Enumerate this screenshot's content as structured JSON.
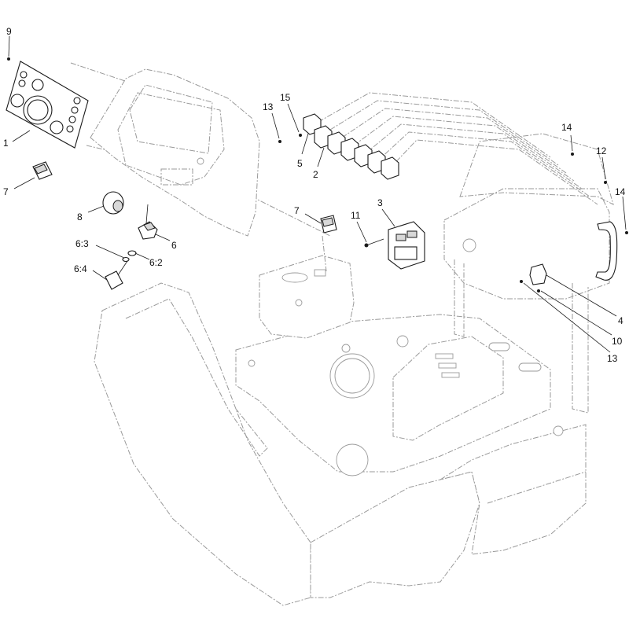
{
  "callouts": [
    {
      "id": "c9",
      "label": "9"
    },
    {
      "id": "c1",
      "label": "1"
    },
    {
      "id": "c7a",
      "label": "7"
    },
    {
      "id": "c8",
      "label": "8"
    },
    {
      "id": "c6",
      "label": "6"
    },
    {
      "id": "c63",
      "label": "6:3"
    },
    {
      "id": "c62",
      "label": "6:2"
    },
    {
      "id": "c64",
      "label": "6:4"
    },
    {
      "id": "c13a",
      "label": "13"
    },
    {
      "id": "c15",
      "label": "15"
    },
    {
      "id": "c5",
      "label": "5"
    },
    {
      "id": "c2",
      "label": "2"
    },
    {
      "id": "c7b",
      "label": "7"
    },
    {
      "id": "c11",
      "label": "11"
    },
    {
      "id": "c3",
      "label": "3"
    },
    {
      "id": "c14a",
      "label": "14"
    },
    {
      "id": "c12",
      "label": "12"
    },
    {
      "id": "c14b",
      "label": "14"
    },
    {
      "id": "c4",
      "label": "4"
    },
    {
      "id": "c10",
      "label": "10"
    },
    {
      "id": "c13b",
      "label": "13"
    }
  ]
}
